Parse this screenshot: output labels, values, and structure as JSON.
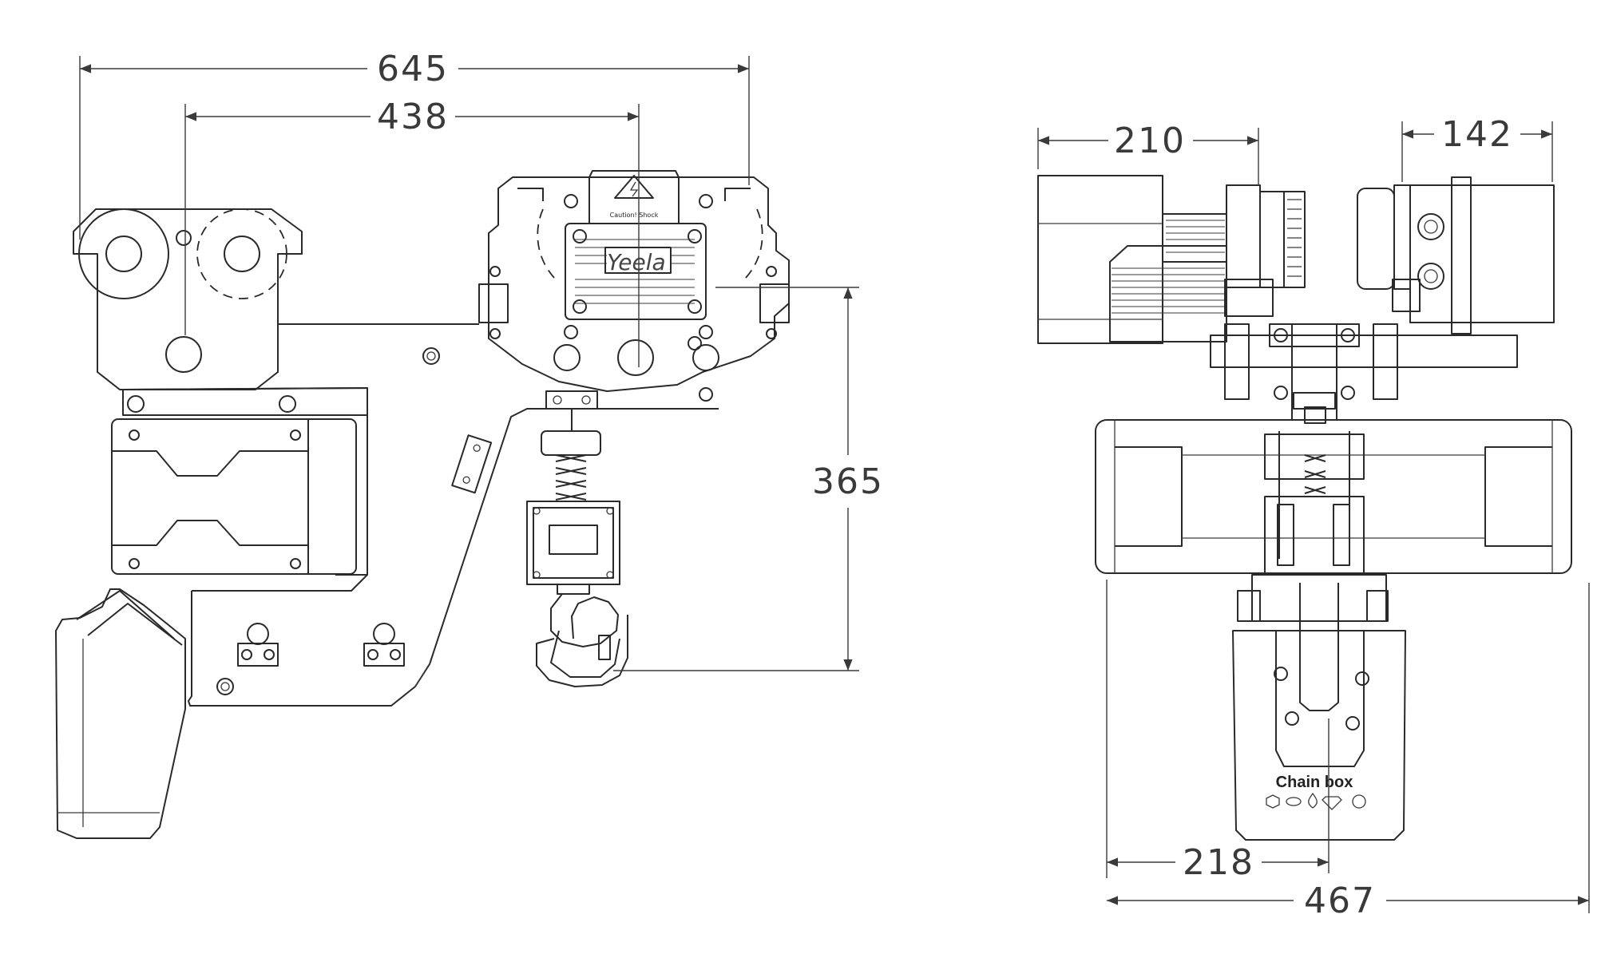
{
  "dimensions": {
    "overall_length": "645",
    "trolley_to_hook": "438",
    "hook_height": "365",
    "motor_width": "210",
    "gear_width": "142",
    "chainbox_offset": "218",
    "overall_width": "467"
  },
  "labels": {
    "brand": "Yeela",
    "warning": "Caution! Shock",
    "chain_box": "Chain box"
  },
  "icons": [
    "hexagon-icon",
    "lips-icon",
    "drop-icon",
    "diamond-icon",
    "gear-icon"
  ]
}
